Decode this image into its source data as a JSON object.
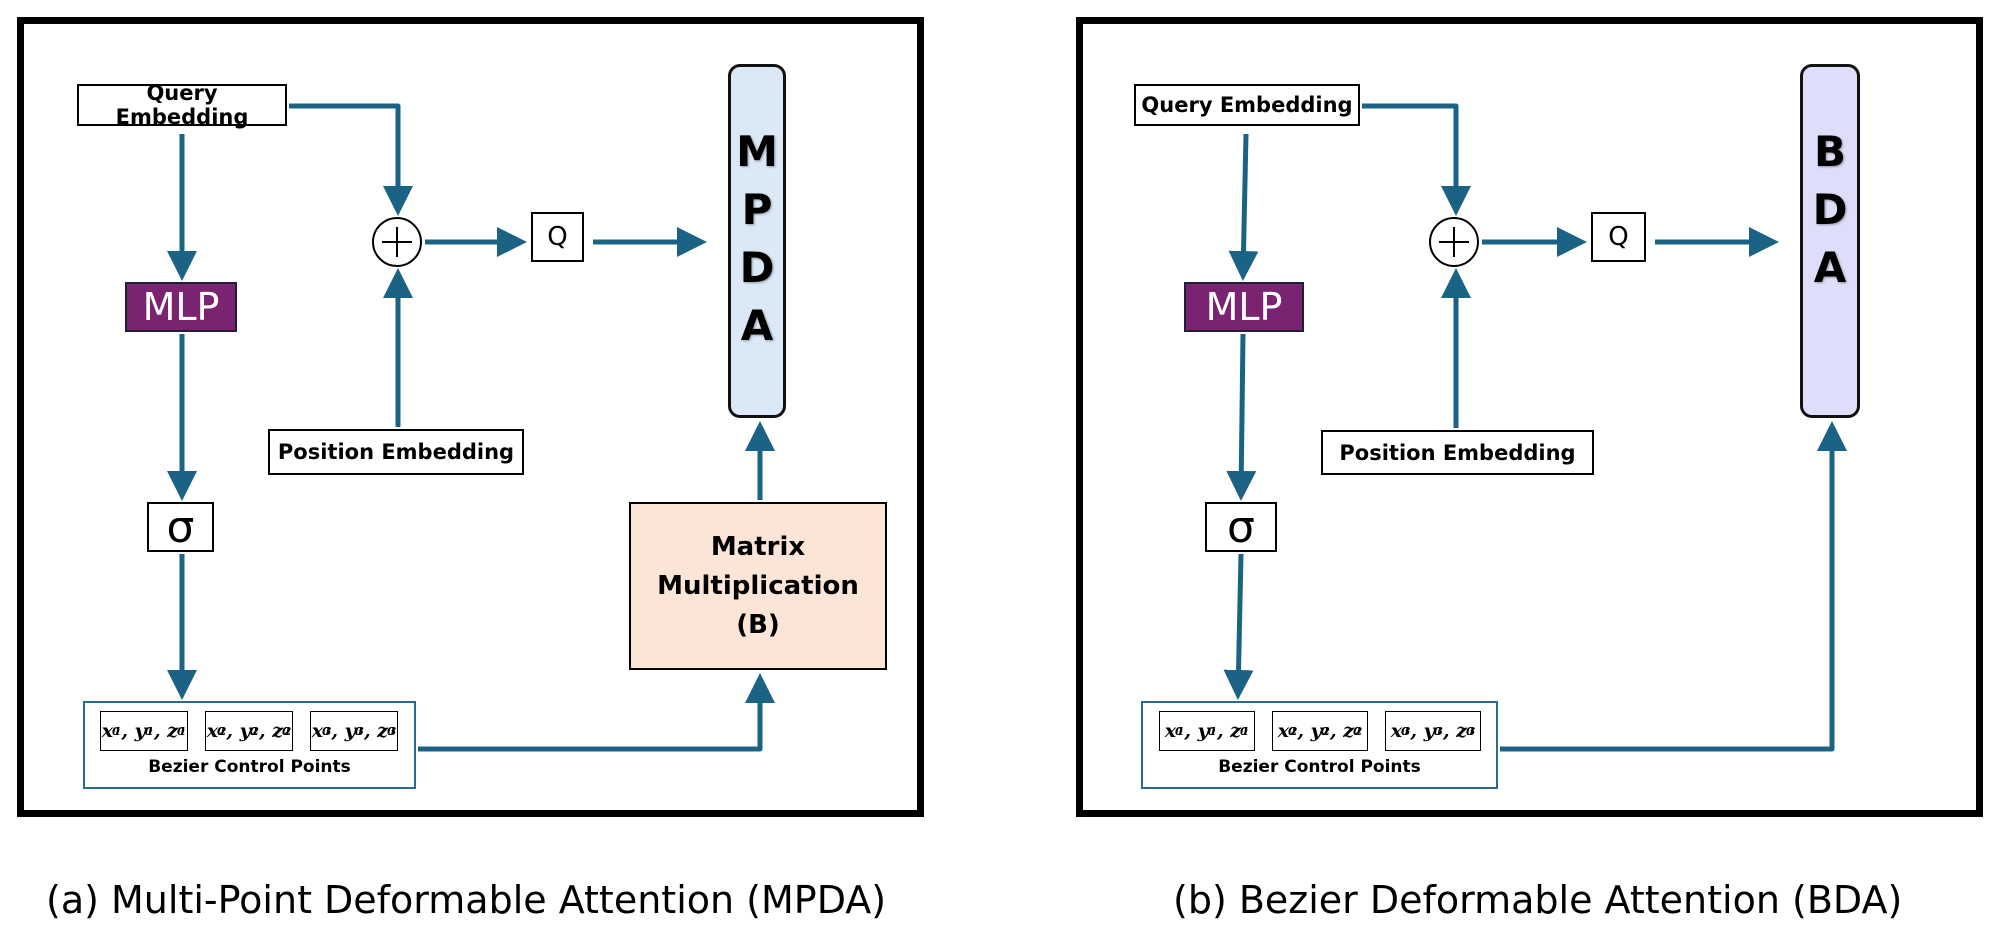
{
  "colors": {
    "arrow": "#1b6384",
    "mlp": "#7a2370",
    "mpda_fill": "#dbe8f6",
    "bda_fill": "#dedefa",
    "matrix_fill": "#fbe5d6"
  },
  "panel_a": {
    "query_embedding": "Query Embedding",
    "position_embedding": "Position Embedding",
    "mlp": "MLP",
    "sigma": "σ",
    "q": "Q",
    "attention_letters": [
      "M",
      "P",
      "D",
      "A"
    ],
    "matrix_lines": [
      "Matrix",
      "Multiplication",
      "(B)"
    ],
    "control_points": [
      {
        "vars": [
          "x",
          "y",
          "z"
        ],
        "sub": "1",
        "sup": "0"
      },
      {
        "vars": [
          "x",
          "y",
          "z"
        ],
        "sub": "2",
        "sup": "0"
      },
      {
        "vars": [
          "x",
          "y",
          "z"
        ],
        "sub": "3",
        "sup": "0"
      }
    ],
    "bezier_label": "Bezier Control Points",
    "caption": "(a) Multi-Point Deformable Attention (MPDA)"
  },
  "panel_b": {
    "query_embedding": "Query Embedding",
    "position_embedding": "Position Embedding",
    "mlp": "MLP",
    "sigma": "σ",
    "q": "Q",
    "attention_letters": [
      "B",
      "D",
      "A"
    ],
    "control_points": [
      {
        "vars": [
          "x",
          "y",
          "z"
        ],
        "sub": "1",
        "sup": "0"
      },
      {
        "vars": [
          "x",
          "y",
          "z"
        ],
        "sub": "2",
        "sup": "0"
      },
      {
        "vars": [
          "x",
          "y",
          "z"
        ],
        "sub": "3",
        "sup": "0"
      }
    ],
    "bezier_label": "Bezier Control Points",
    "caption": "(b) Bezier Deformable Attention (BDA)"
  }
}
